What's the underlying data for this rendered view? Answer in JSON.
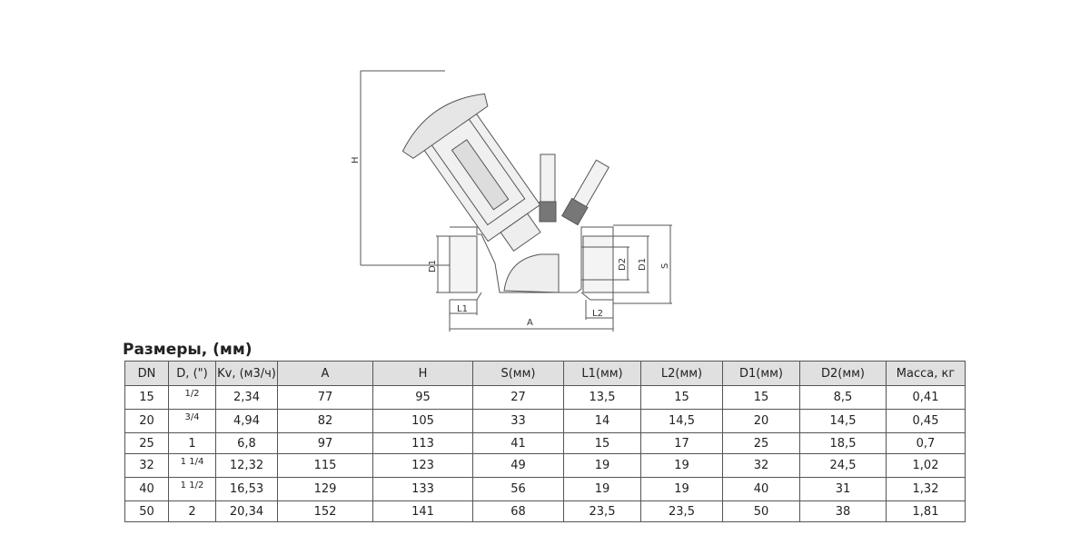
{
  "drawing": {
    "labels": {
      "H": "H",
      "D1_left": "D1",
      "D2": "D2",
      "D1_right": "D1",
      "S": "S",
      "L1": "L1",
      "L2": "L2",
      "A": "A"
    }
  },
  "section_title": "Размеры, (мм)",
  "table": {
    "headers": [
      "DN",
      "D, (\")",
      "Kv, (м3/ч)",
      "A",
      "H",
      "S(мм)",
      "L1(мм)",
      "L2(мм)",
      "D1(мм)",
      "D2(мм)",
      "Масса, кг"
    ],
    "rows": [
      [
        "15",
        "1/2",
        "2,34",
        "77",
        "95",
        "27",
        "13,5",
        "15",
        "15",
        "8,5",
        "0,41"
      ],
      [
        "20",
        "3/4",
        "4,94",
        "82",
        "105",
        "33",
        "14",
        "14,5",
        "20",
        "14,5",
        "0,45"
      ],
      [
        "25",
        "1",
        "6,8",
        "97",
        "113",
        "41",
        "15",
        "17",
        "25",
        "18,5",
        "0,7"
      ],
      [
        "32",
        "1 1/4",
        "12,32",
        "115",
        "123",
        "49",
        "19",
        "19",
        "32",
        "24,5",
        "1,02"
      ],
      [
        "40",
        "1 1/2",
        "16,53",
        "129",
        "133",
        "56",
        "19",
        "19",
        "40",
        "31",
        "1,32"
      ],
      [
        "50",
        "2",
        "20,34",
        "152",
        "141",
        "68",
        "23,5",
        "23,5",
        "50",
        "38",
        "1,81"
      ]
    ]
  }
}
